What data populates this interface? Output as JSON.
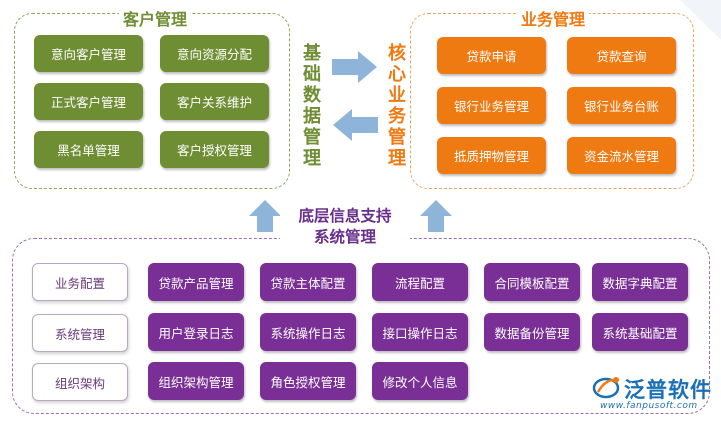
{
  "customer": {
    "title": "客户管理",
    "items": [
      "意向客户管理",
      "意向资源分配",
      "正式客户管理",
      "客户关系维护",
      "黑名单管理",
      "客户授权管理"
    ]
  },
  "business": {
    "title": "业务管理",
    "items": [
      "贷款申请",
      "贷款查询",
      "银行业务管理",
      "银行业务台账",
      "抵质押物管理",
      "资金流水管理"
    ]
  },
  "center": {
    "left_label": [
      "基",
      "础",
      "数",
      "据",
      "管",
      "理"
    ],
    "right_label": [
      "核",
      "心",
      "业",
      "务",
      "管",
      "理"
    ]
  },
  "support": {
    "title_line1": "底层信息支持",
    "title_line2": "系统管理",
    "side_items": [
      "业务配置",
      "系统管理",
      "组织架构"
    ],
    "items": [
      "贷款产品管理",
      "贷款主体配置",
      "流程配置",
      "合同模板配置",
      "数据字典配置",
      "用户登录日志",
      "系统操作日志",
      "接口操作日志",
      "数据备份管理",
      "系统基础配置",
      "组织架构管理",
      "角色授权管理",
      "修改个人信息"
    ]
  },
  "logo": {
    "name": "泛普软件",
    "url": "www.fanpusoft.com"
  },
  "colors": {
    "green": "#6f8e34",
    "orange": "#f07a12",
    "purple": "#7a2f96",
    "arrow_blue": "#8fb4da"
  }
}
